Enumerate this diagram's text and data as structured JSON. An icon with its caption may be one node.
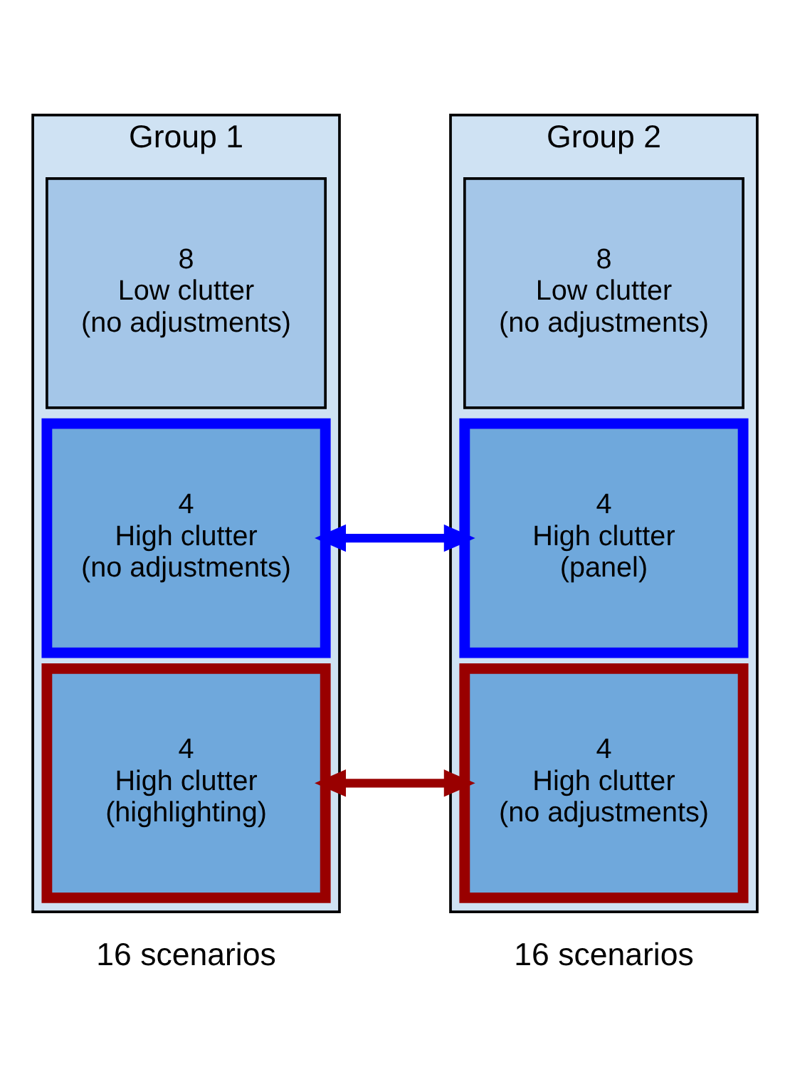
{
  "diagram": {
    "nodes": [
      {
        "text": [
          "Group 1"
        ],
        "beside": [
          "16 scenarios"
        ]
      },
      {
        "text": [
          "8",
          "Low clutter",
          "(no adjustments)"
        ],
        "in": 0
      },
      {
        "text": [
          "4",
          "High clutter",
          "(no adjustments)"
        ],
        "in": 0
      },
      {
        "text": [
          "4",
          "High clutter",
          "(highlighting)"
        ],
        "in": 0
      },
      {
        "text": [
          "Group 2"
        ],
        "beside": [
          "16 scenarios"
        ]
      },
      {
        "text": [
          "8",
          "Low clutter",
          "(no adjustments)"
        ],
        "in": 4
      },
      {
        "text": [
          "4",
          "High clutter",
          "(panel)"
        ],
        "in": 4
      },
      {
        "text": [
          "4",
          "High clutter",
          "(no adjustments)"
        ],
        "in": 4
      }
    ],
    "edges": [
      {
        "from": 2,
        "to": 6,
        "arrow": "both",
        "color": "#0000ff"
      },
      {
        "from": 3,
        "to": 7,
        "arrow": "both",
        "color": "#990000"
      }
    ]
  }
}
